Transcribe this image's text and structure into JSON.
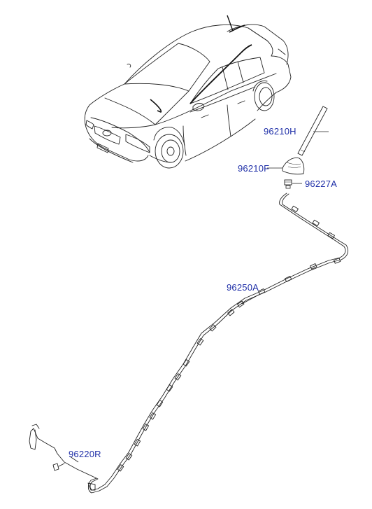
{
  "labels": {
    "antenna_pole": "96210H",
    "antenna_base": "96210F",
    "base_nut": "96227A",
    "main_cable": "96250A",
    "end_cable": "96220R"
  },
  "colors": {
    "label_text": "#1f2fa8",
    "line_art": "#222222",
    "background": "#ffffff"
  }
}
